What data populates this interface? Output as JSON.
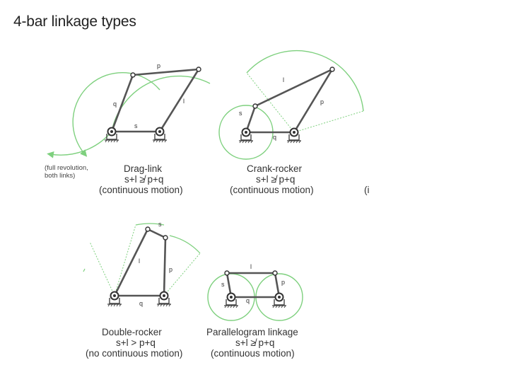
{
  "title": "4-bar linkage types",
  "panels": [
    {
      "name": "Drag-link",
      "condition": "s+l ≱ p+q",
      "motion": "(continuous motion)",
      "links": {
        "s": "s",
        "l": "l",
        "p": "p",
        "q": "q"
      },
      "note_line1": "(full revolution,",
      "note_line2": "both links)"
    },
    {
      "name": "Crank-rocker",
      "condition": "s+l ≱ p+q",
      "motion": "(continuous motion)",
      "links": {
        "s": "s",
        "l": "l",
        "p": "p",
        "q": "q"
      },
      "fragment": "(i"
    },
    {
      "name": "Double-rocker",
      "condition": "s+l > p+q",
      "motion": "(no continuous motion)",
      "links": {
        "s": "s",
        "l": "l",
        "p": "p",
        "q": "q"
      }
    },
    {
      "name": "Parallelogram linkage",
      "condition": "s+l ≱ p+q",
      "motion": "(continuous motion)",
      "links": {
        "s": "s",
        "l": "l",
        "p": "p",
        "q": "q"
      }
    }
  ],
  "colors": {
    "arc": "#7ed07e",
    "link": "#444444",
    "text": "#333333"
  }
}
